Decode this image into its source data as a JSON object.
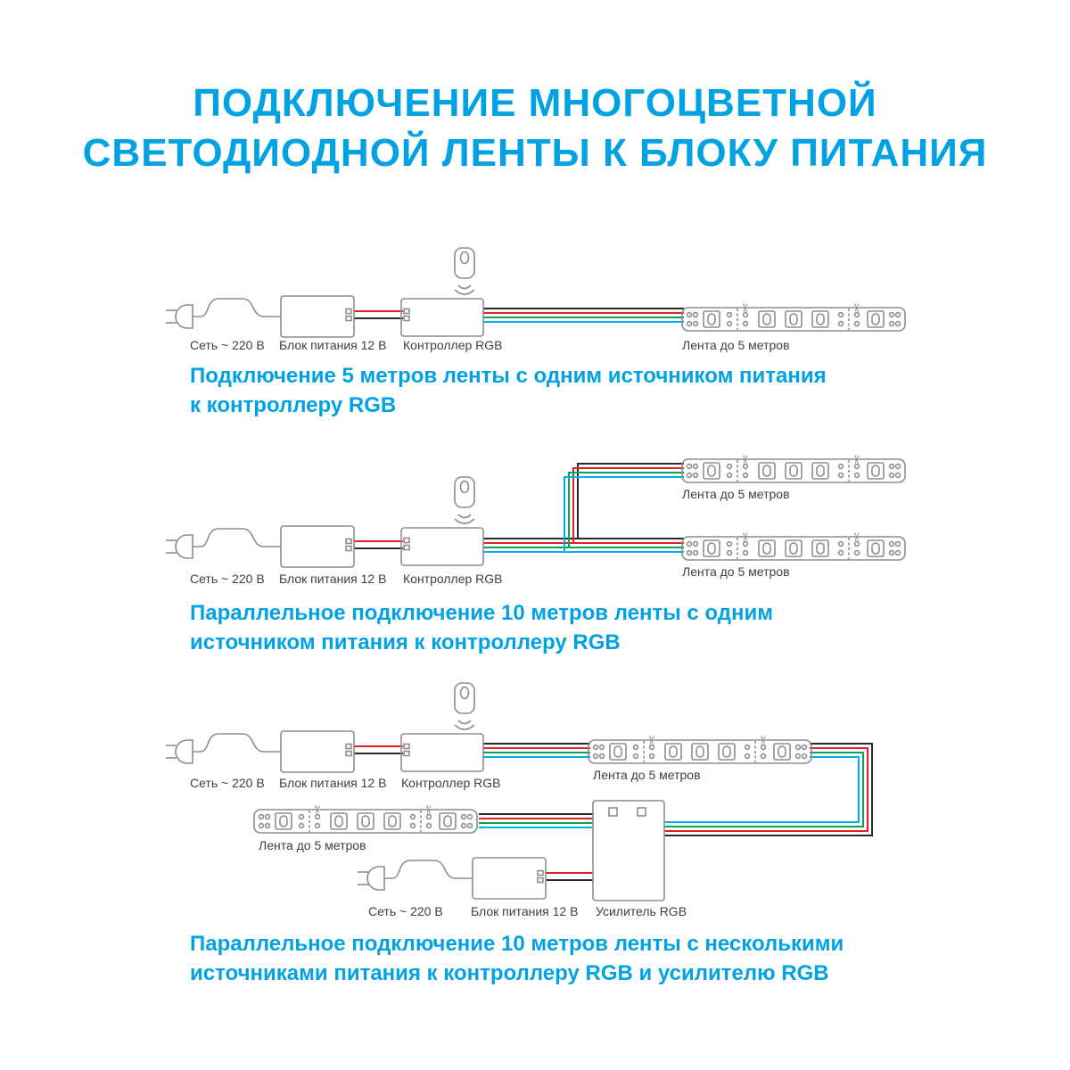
{
  "title": {
    "line1": "ПОДКЛЮЧЕНИЕ МНОГОЦВЕТНОЙ",
    "line2": "СВЕТОДИОДНОЙ ЛЕНТЫ К БЛОКУ ПИТАНИЯ"
  },
  "colors": {
    "accent": "#00a2e4",
    "outline_gray": "#8d8d8d",
    "label_gray": "#3f3f3f",
    "wire_black": "#2b2a29",
    "wire_red": "#e31e24",
    "wire_green": "#00a650",
    "wire_blue": "#00aeef"
  },
  "icons": {
    "scissors": "✂"
  },
  "diagram1": {
    "labels": {
      "mains": "Сеть ~ 220 В",
      "psu": "Блок питания 12 В",
      "controller": "Контроллер RGB",
      "strip": "Лента до 5 метров"
    },
    "caption_line1": "Подключение 5 метров ленты с одним источником питания",
    "caption_line2": "к контроллеру RGB"
  },
  "diagram2": {
    "labels": {
      "strip_top": "Лента до 5 метров",
      "strip_bottom": "Лента до 5 метров",
      "mains": "Сеть ~ 220 В",
      "psu": "Блок питания 12 В",
      "controller": "Контроллер RGB"
    },
    "caption_line1": "Параллельное подключение 10 метров ленты с одним",
    "caption_line2": "источником питания к контроллеру RGB"
  },
  "diagram3": {
    "labels": {
      "mains_top": "Сеть ~ 220 В",
      "psu_top": "Блок питания 12 В",
      "controller": "Контроллер RGB",
      "strip_right": "Лента до 5 метров",
      "strip_left": "Лента до 5 метров",
      "mains_bottom": "Сеть ~ 220 В",
      "psu_bottom": "Блок питания 12 В",
      "amplifier": "Усилитель RGB"
    },
    "caption_line1": "Параллельное подключение 10 метров ленты с несколькими",
    "caption_line2": "источниками питания к контроллеру RGB и усилителю RGB"
  }
}
